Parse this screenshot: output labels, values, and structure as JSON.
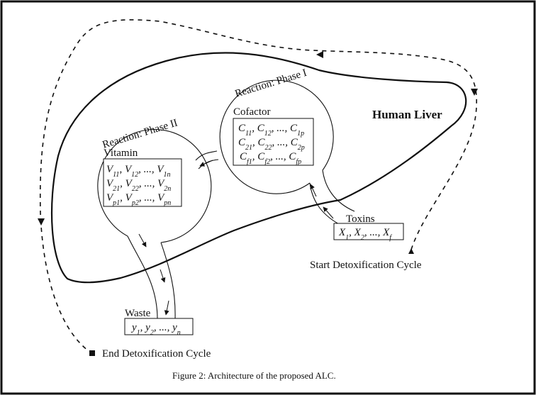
{
  "liver_label": "Human Liver",
  "phase1": {
    "title": "Reaction: Phase I",
    "box_label": "Cofactor",
    "rows": [
      {
        "l": "C",
        "s": [
          "11",
          "12",
          "1p"
        ]
      },
      {
        "l": "C",
        "s": [
          "21",
          "22",
          "2p"
        ]
      },
      {
        "l": "C",
        "s": [
          "f1",
          "f2",
          "fp"
        ]
      }
    ]
  },
  "phase2": {
    "title": "Reaction: Phase II",
    "box_label": "Vitamin",
    "rows": [
      {
        "l": "V",
        "s": [
          "11",
          "12",
          "1n"
        ]
      },
      {
        "l": "V",
        "s": [
          "21",
          "22",
          "2n"
        ]
      },
      {
        "l": "V",
        "s": [
          "p1",
          "p2",
          "pn"
        ]
      }
    ]
  },
  "toxins": {
    "label": "Toxins",
    "row": {
      "l": "X",
      "s": [
        "1",
        "2",
        "f"
      ]
    }
  },
  "waste": {
    "label": "Waste",
    "row": {
      "l": "y",
      "s": [
        "1",
        "2",
        "n"
      ]
    }
  },
  "start_label": "Start Detoxification Cycle",
  "end_label": "End Detoxification Cycle",
  "caption": "Figure 2: Architecture of the proposed ALC."
}
